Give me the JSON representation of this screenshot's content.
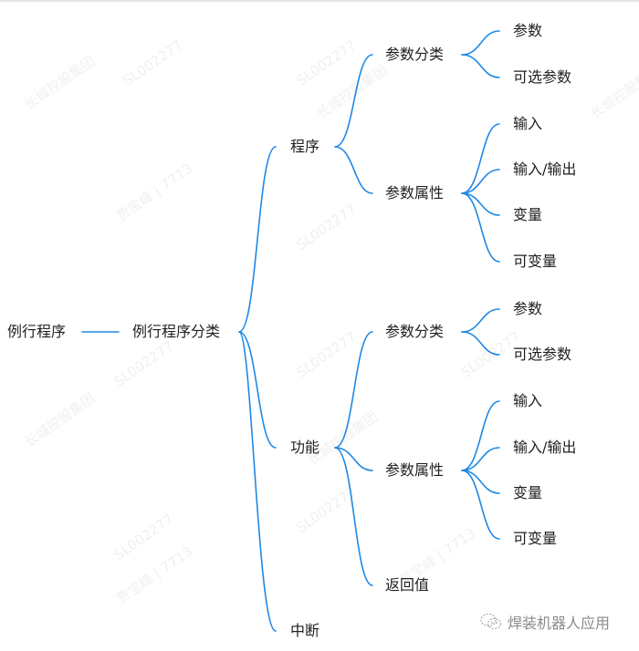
{
  "diagram": {
    "type": "mind-map",
    "edge_color": "#1e88e5",
    "root": {
      "label": "例行程序",
      "child": {
        "label": "例行程序分类",
        "children": [
          {
            "label": "程序",
            "children": [
              {
                "label": "参数分类",
                "children": [
                  {
                    "label": "参数"
                  },
                  {
                    "label": "可选参数"
                  }
                ]
              },
              {
                "label": "参数属性",
                "children": [
                  {
                    "label": "输入"
                  },
                  {
                    "label": "输入/输出"
                  },
                  {
                    "label": "变量"
                  },
                  {
                    "label": "可变量"
                  }
                ]
              }
            ]
          },
          {
            "label": "功能",
            "children": [
              {
                "label": "参数分类",
                "children": [
                  {
                    "label": "参数"
                  },
                  {
                    "label": "可选参数"
                  }
                ]
              },
              {
                "label": "参数属性",
                "children": [
                  {
                    "label": "输入"
                  },
                  {
                    "label": "输入/输出"
                  },
                  {
                    "label": "变量"
                  },
                  {
                    "label": "可变量"
                  }
                ]
              },
              {
                "label": "返回值"
              }
            ]
          },
          {
            "label": "中断"
          }
        ]
      }
    }
  },
  "watermarks": [
    "长城控股集团",
    "SL002277",
    "贾宝峰 | 7713"
  ],
  "brand": {
    "icon": "wechat-icon",
    "label": "焊装机器人应用"
  }
}
